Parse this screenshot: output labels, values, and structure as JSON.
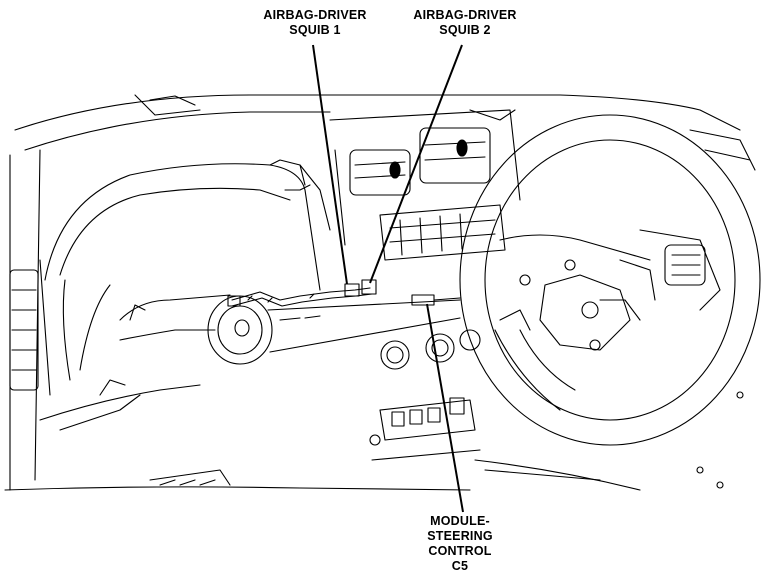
{
  "callouts": [
    {
      "line1": "AIRBAG-DRIVER",
      "line2": "SQUIB 1"
    },
    {
      "line1": "AIRBAG-DRIVER",
      "line2": "SQUIB 2"
    },
    {
      "line1": "MODULE-",
      "line2": "STEERING",
      "line3": "CONTROL",
      "line4": "C5"
    }
  ]
}
